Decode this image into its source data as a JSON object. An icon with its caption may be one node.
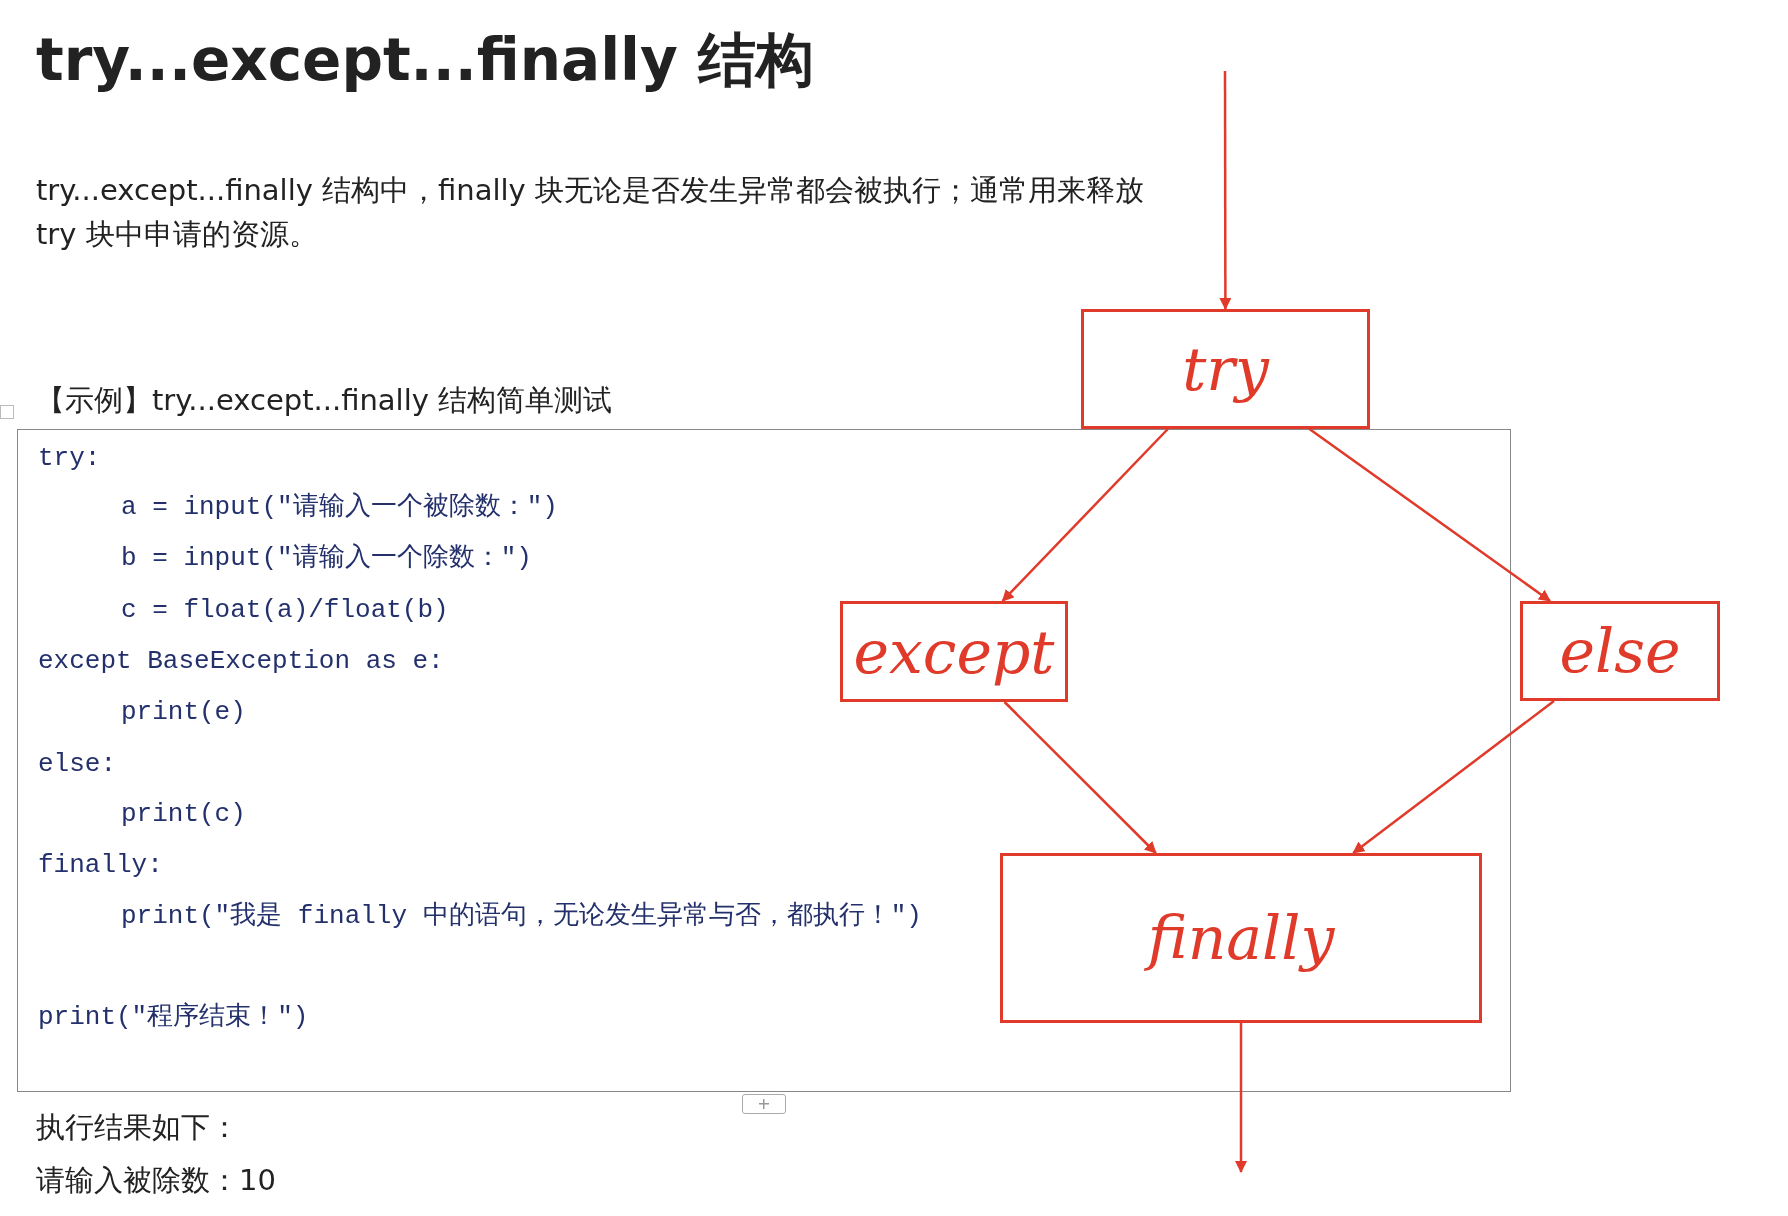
{
  "diagram": {
    "title": "try...except...finally 结构",
    "nodes": [
      {
        "text": [
          "try"
        ]
      },
      {
        "text": [
          "except"
        ]
      },
      {
        "text": [
          "else"
        ]
      },
      {
        "text": [
          "finally"
        ]
      }
    ],
    "edges": [
      {
        "from": null,
        "to": 0,
        "arrow": "to",
        "color": "#e03a2a"
      },
      {
        "from": 0,
        "to": 1,
        "arrow": "to",
        "color": "#e03a2a"
      },
      {
        "from": 0,
        "to": 2,
        "arrow": "to",
        "color": "#e03a2a"
      },
      {
        "from": 1,
        "to": 3,
        "arrow": "to",
        "color": "#e03a2a"
      },
      {
        "from": 2,
        "to": 3,
        "arrow": "to",
        "color": "#e03a2a"
      },
      {
        "from": 3,
        "to": null,
        "arrow": "to",
        "color": "#e03a2a"
      }
    ],
    "labels": [
      "try...except...finally 结构中，finally 块无论是否发生异常都会被执行；通常用来释放 try 块中申请的资源。",
      "【示例】try...except...finally 结构简单测试",
      "try:",
      "a = input(\"请输入一个被除数：\")",
      "b = input(\"请输入一个除数：\")",
      "c = float(a)/float(b)",
      "except BaseException as e:",
      "print(e)",
      "else:",
      "print(c)",
      "finally:",
      "print(\"我是 finally 中的语句，无论发生异常与否，都执行！\")",
      "print(\"程序结束！\")",
      "执行结果如下：",
      "请输入被除数：10"
    ]
  }
}
